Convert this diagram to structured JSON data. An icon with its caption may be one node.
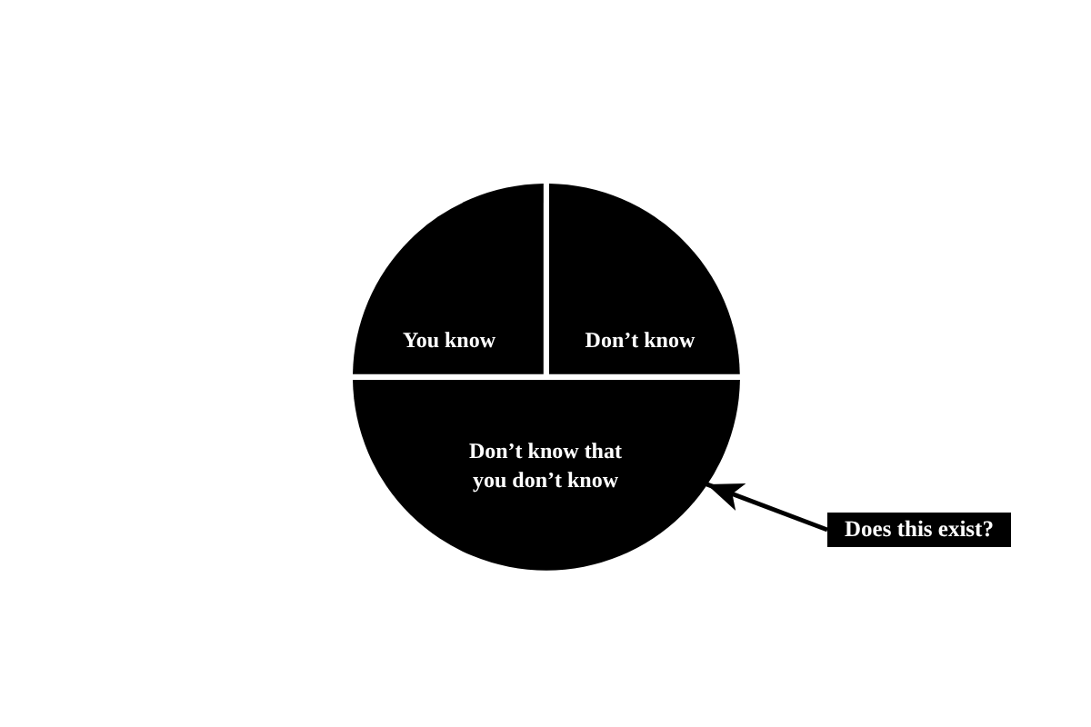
{
  "diagram": {
    "nodes": [
      {
        "text": [
          "You know"
        ]
      },
      {
        "text": [
          "Don’t know"
        ]
      },
      {
        "text": [
          "Don’t know that you don’t know"
        ]
      },
      {
        "text": [
          "Does this exist?"
        ]
      }
    ],
    "edges": [
      {
        "from": 3,
        "to": 2,
        "arrow": "to"
      }
    ]
  }
}
